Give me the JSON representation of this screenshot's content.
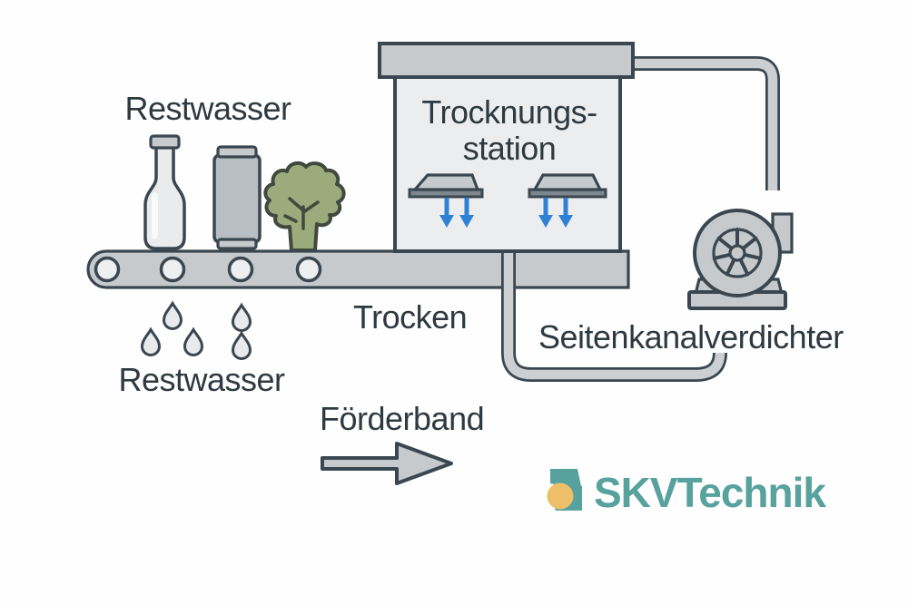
{
  "diagram": {
    "labels": {
      "restwasser_top": "Restwasser",
      "restwasser_bottom": "Restwasser",
      "station_line1": "Trocknungs-",
      "station_line2": "station",
      "trocken": "Trocken",
      "foerderband": "Förderband",
      "seitenkanalverdichter": "Seitenkanalverdichter"
    },
    "logo": {
      "text": "SKVTechnik"
    },
    "colors": {
      "outline": "#3b4750",
      "machine_gray": "#c6cacd",
      "panel_light": "#ecedee",
      "airflow_blue": "#2f81d6",
      "broccoli_green": "#9cab7c",
      "logo_teal": "#57a29c",
      "logo_gold": "#ecbf68",
      "text_dark": "#2e3940"
    }
  }
}
